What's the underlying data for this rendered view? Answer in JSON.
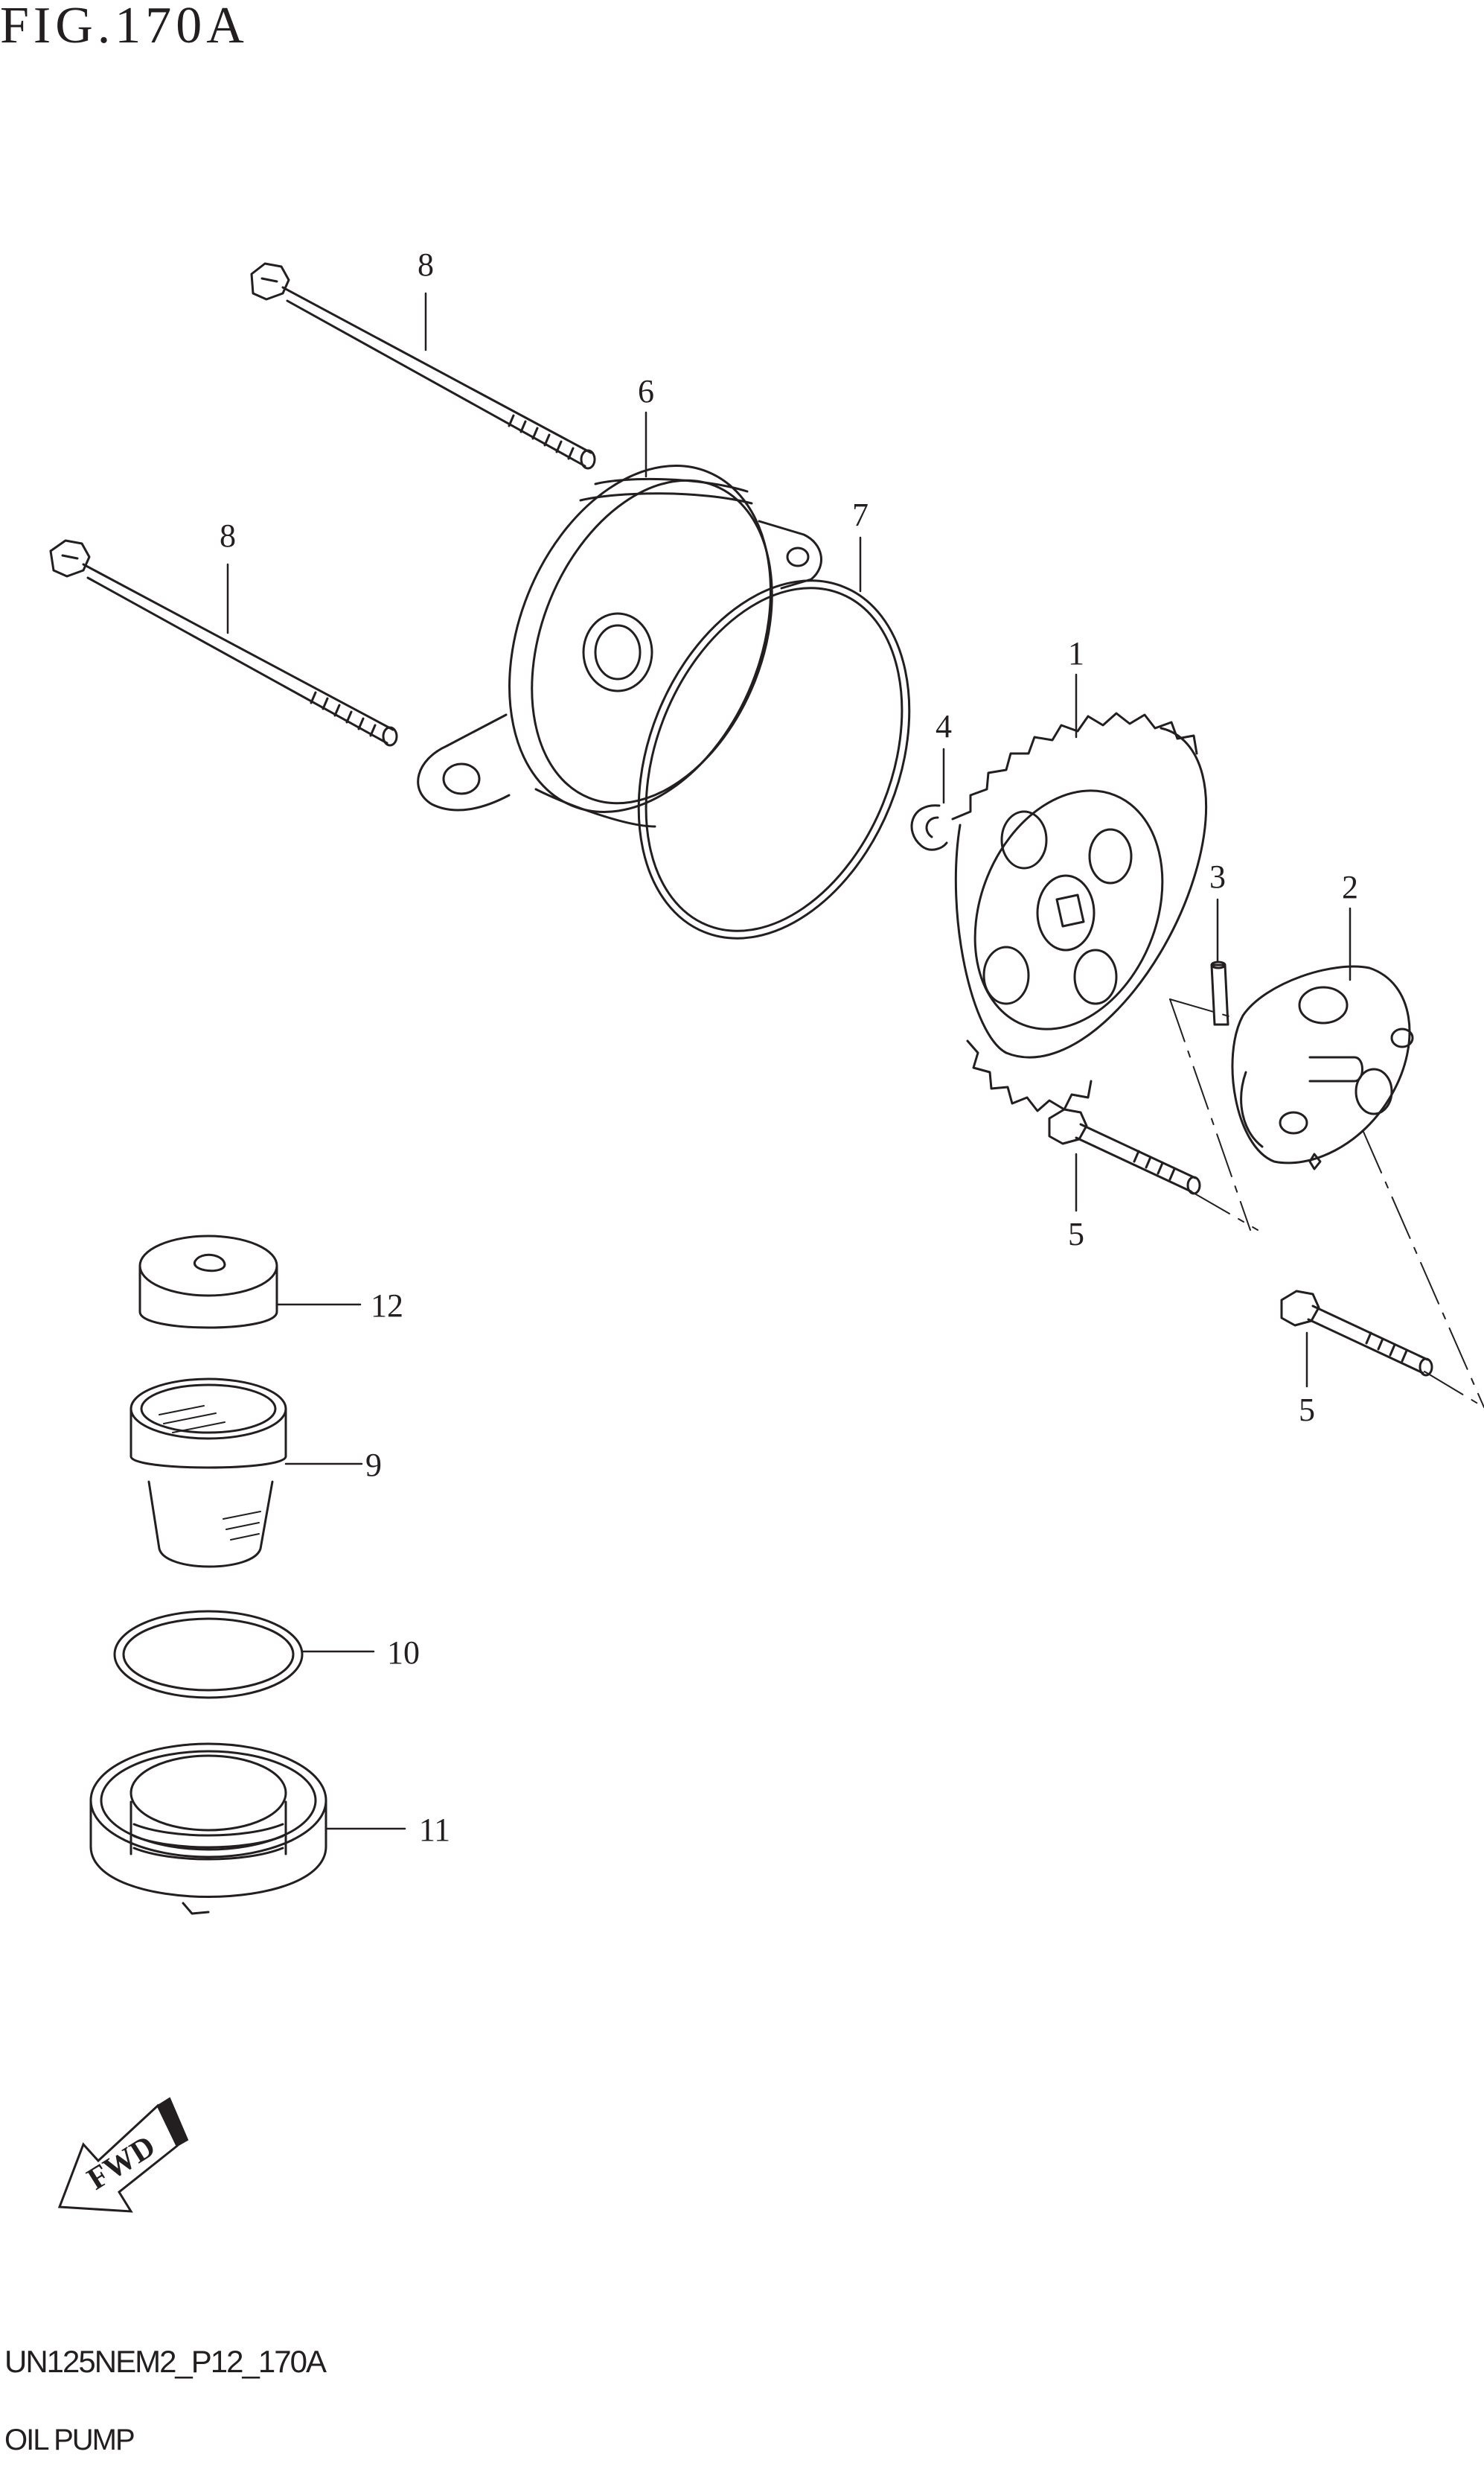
{
  "figure": {
    "title": "FIG.170A"
  },
  "footer": {
    "code": "UN125NEM2_P12_170A",
    "caption": "OIL PUMP"
  },
  "fwd_badge": {
    "text": "FWD"
  },
  "callouts": [
    {
      "key": "c1",
      "label": "1"
    },
    {
      "key": "c2",
      "label": "2"
    },
    {
      "key": "c3",
      "label": "3"
    },
    {
      "key": "c4",
      "label": "4"
    },
    {
      "key": "c5a",
      "label": "5"
    },
    {
      "key": "c5b",
      "label": "5"
    },
    {
      "key": "c6",
      "label": "6"
    },
    {
      "key": "c7",
      "label": "7"
    },
    {
      "key": "c8a",
      "label": "8"
    },
    {
      "key": "c8b",
      "label": "8"
    },
    {
      "key": "c9",
      "label": "9"
    },
    {
      "key": "c10",
      "label": "10"
    },
    {
      "key": "c11",
      "label": "11"
    },
    {
      "key": "c12",
      "label": "12"
    }
  ],
  "colors": {
    "line": "#231f20",
    "background": "#ffffff"
  }
}
